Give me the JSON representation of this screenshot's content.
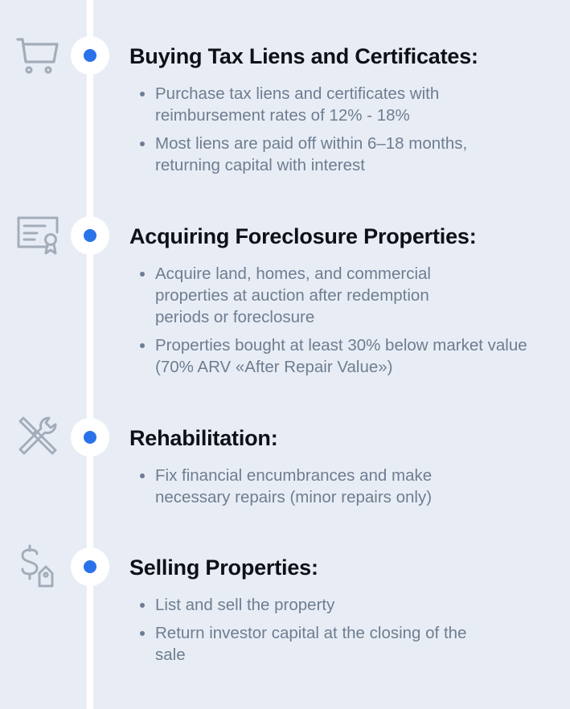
{
  "steps": [
    {
      "icon": "shopping-cart-icon",
      "title": "Buying Tax Liens and Certificates:",
      "bullets": [
        "Purchase tax liens and certificates with reimbursement rates of 12% - 18%",
        "Most liens are paid off within 6–18 months, returning capital with interest"
      ]
    },
    {
      "icon": "certificate-icon",
      "title": "Acquiring Foreclosure Properties:",
      "bullets": [
        "Acquire land, homes, and commercial properties at auction after redemption periods or foreclosure",
        "Properties bought at least 30% below market value (70% ARV «After Repair Value»)"
      ]
    },
    {
      "icon": "tools-icon",
      "title": "Rehabilitation:",
      "bullets": [
        "Fix financial encumbrances and make necessary repairs (minor repairs only)"
      ]
    },
    {
      "icon": "dollar-tag-icon",
      "title": "Selling Properties:",
      "bullets": [
        "List and sell the property",
        "Return investor capital at the closing of the sale"
      ]
    }
  ],
  "colors": {
    "background": "#e8edf5",
    "timeline": "#ffffff",
    "accent_dot": "#2a72ea",
    "icon_stroke": "#a3adba",
    "title": "#0d1117",
    "body_text": "#6e7d90"
  }
}
